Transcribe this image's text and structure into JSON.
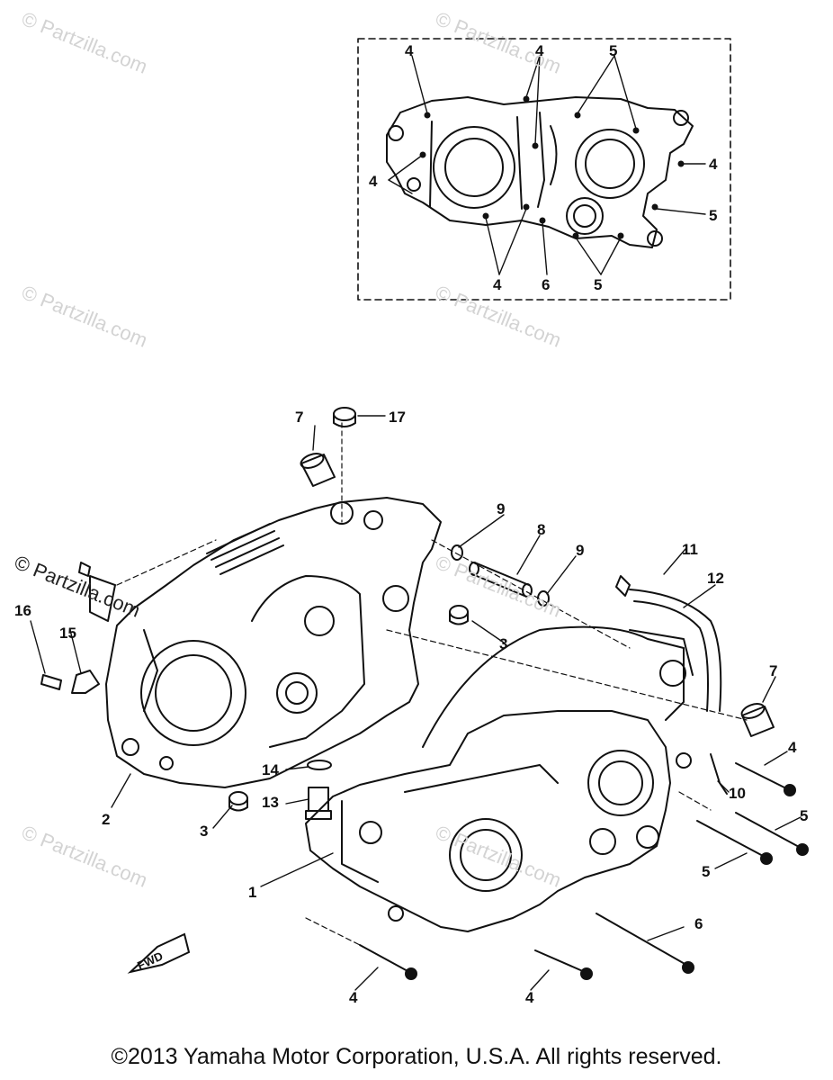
{
  "watermark_text": "© Partzilla.com",
  "copyright": "©2013  Yamaha Motor Corporation, U.S.A. All rights reserved.",
  "fwd_label": "FWD",
  "callouts": {
    "inset_4a": "4",
    "inset_4b": "4",
    "inset_4c": "4",
    "inset_4d": "4",
    "inset_4e": "4",
    "inset_5a": "5",
    "inset_5b": "5",
    "inset_5c": "5",
    "inset_6": "6",
    "p1": "1",
    "p2": "2",
    "p3a": "3",
    "p3b": "3",
    "p4a": "4",
    "p4b": "4",
    "p4c": "4",
    "p5a": "5",
    "p5b": "5",
    "p6": "6",
    "p7a": "7",
    "p7b": "7",
    "p8": "8",
    "p9a": "9",
    "p9b": "9",
    "p10": "10",
    "p11": "11",
    "p12": "12",
    "p13": "13",
    "p14": "14",
    "p15": "15",
    "p16": "16",
    "p17": "17"
  }
}
